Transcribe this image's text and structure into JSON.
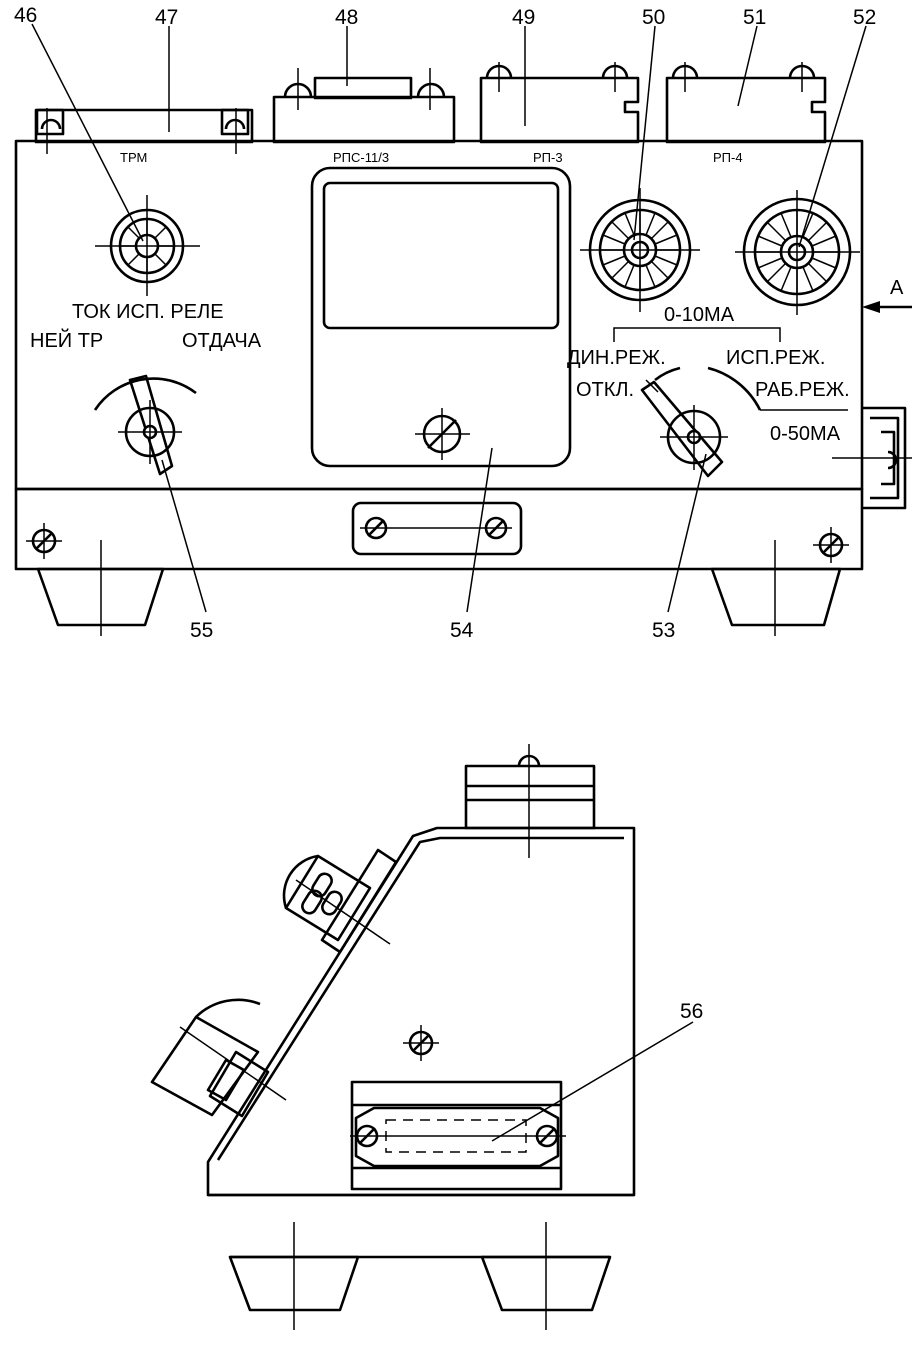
{
  "callouts": [
    "46",
    "47",
    "48",
    "49",
    "50",
    "51",
    "52",
    "53",
    "54",
    "55",
    "56"
  ],
  "units": {
    "trm": "ТРМ",
    "rps": "РПС-11/3",
    "rp3": "РП-3",
    "rp4": "РП-4"
  },
  "labels": {
    "tok_isp_rele": "ТОК ИСП. РЕЛЕ",
    "neitr": "НЕЙ ТР",
    "otdacha": "ОТДАЧА",
    "range_10": "0-10МА",
    "din_rezh": "ДИН.РЕЖ.",
    "otkl": "ОТКЛ.",
    "isp_rezh": "ИСП.РЕЖ.",
    "rab_rezh": "РАБ.РЕЖ.",
    "range_50": "0-50МА",
    "view_a": "А"
  }
}
